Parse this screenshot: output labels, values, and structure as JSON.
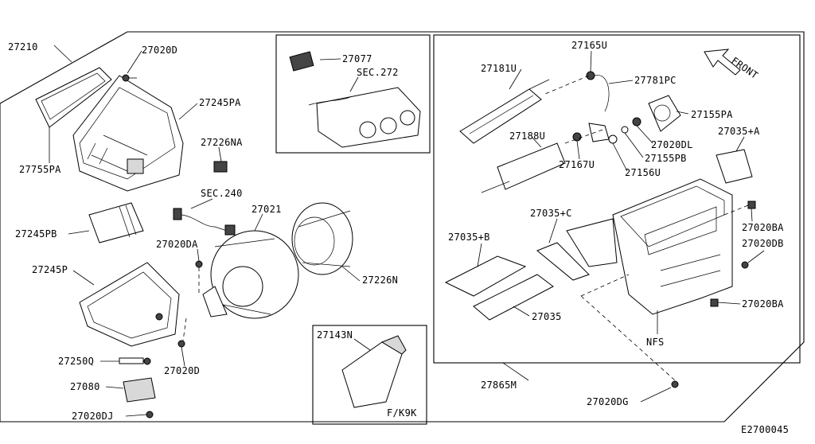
{
  "diagram": {
    "id": "E2700045",
    "front_label": "FRONT",
    "labels": {
      "p27210": "27210",
      "p27020D_top": "27020D",
      "p27245PA": "27245PA",
      "p27755PA": "27755PA",
      "p27226NA": "27226NA",
      "p27245PB": "27245PB",
      "sec240": "SEC.240",
      "p27021": "27021",
      "p27020DA": "27020DA",
      "p27245P": "27245P",
      "p27226N": "27226N",
      "p27250Q": "27250Q",
      "p27020D_bottom": "27020D",
      "p27080": "27080",
      "p27020DJ": "27020DJ",
      "p27077": "27077",
      "sec272": "SEC.272",
      "p27143N": "27143N",
      "fk9k": "F/K9K",
      "p27165U": "27165U",
      "p27181U": "27181U",
      "p27781PC": "27781PC",
      "p27155PA": "27155PA",
      "p27035A": "27035+A",
      "p27188U": "27188U",
      "p27020DL": "27020DL",
      "p27155PB": "27155PB",
      "p27167U": "27167U",
      "p27156U": "27156U",
      "p27035C": "27035+C",
      "p27020BA_top": "27020BA",
      "p27035B": "27035+B",
      "p27020DB": "27020DB",
      "p27020BA_bottom": "27020BA",
      "p27035": "27035",
      "nfs": "NFS",
      "p27865M": "27865M",
      "p27020DG": "27020DG"
    }
  }
}
